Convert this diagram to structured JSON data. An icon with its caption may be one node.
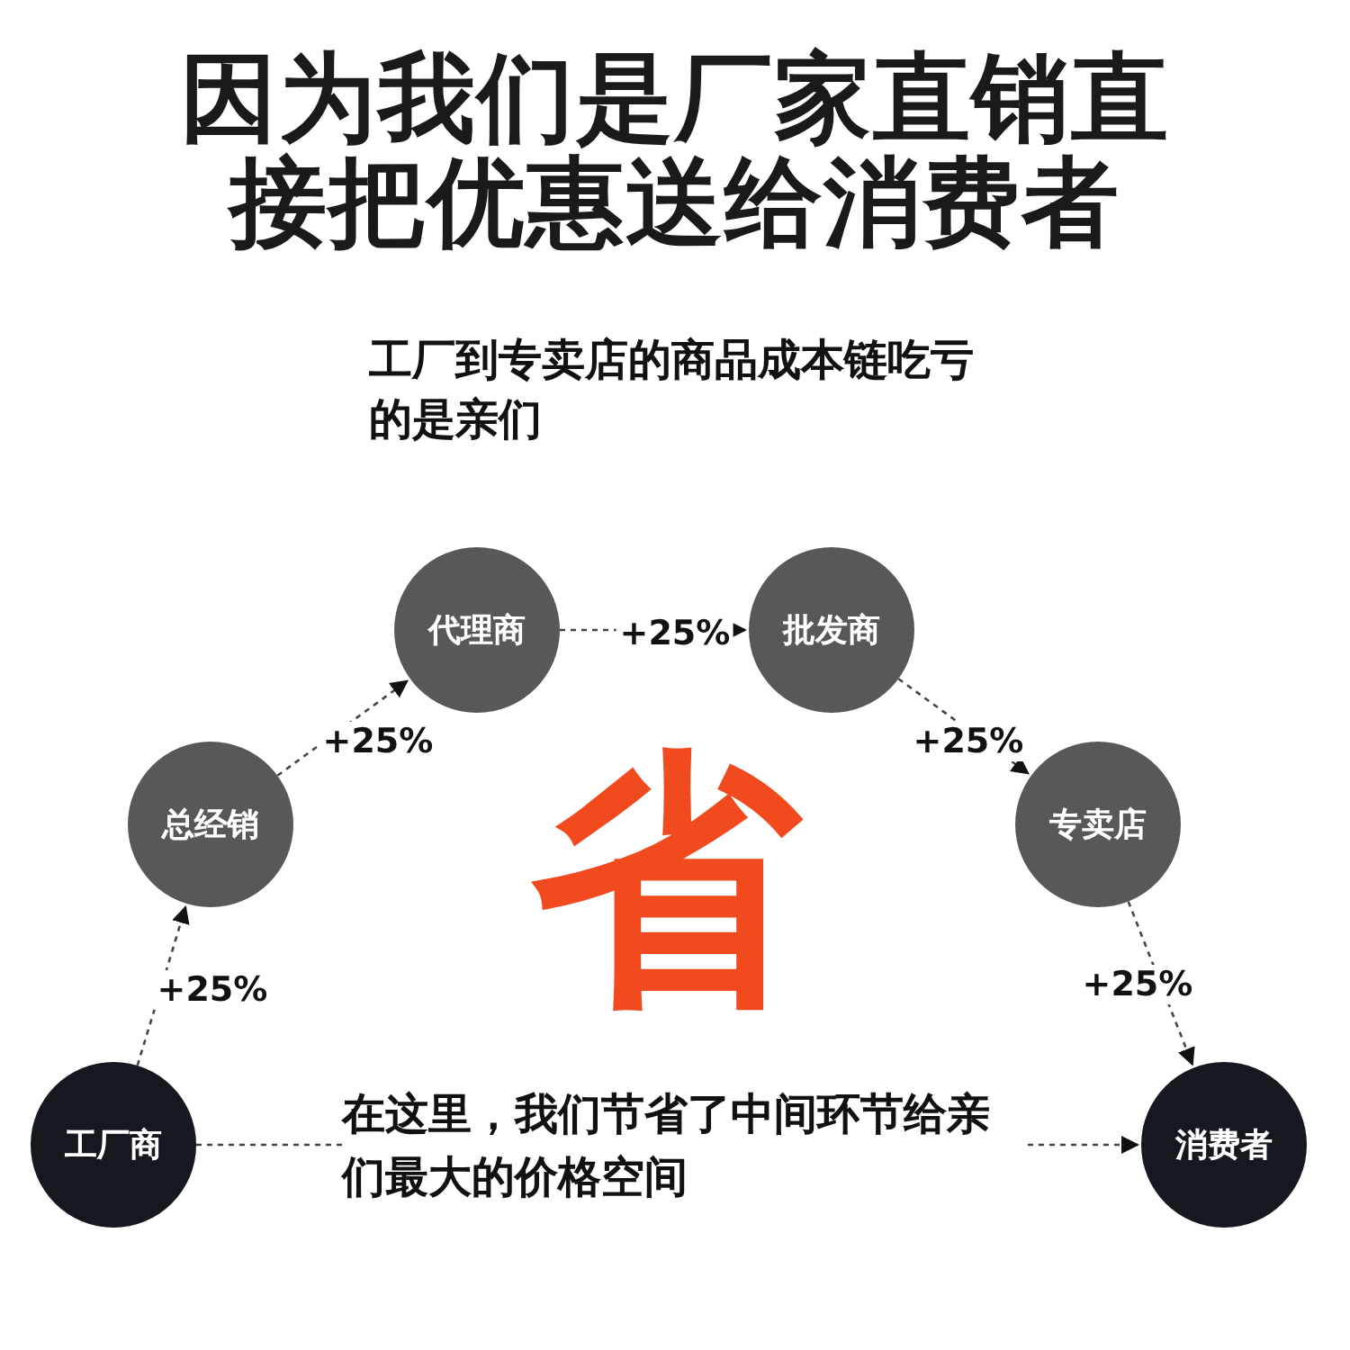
{
  "diagram": {
    "title": "因为我们是厂家直销直接把优惠送给消费者",
    "nodes": [
      {
        "text": [
          "工厂商"
        ]
      },
      {
        "text": [
          "总经销"
        ]
      },
      {
        "text": [
          "代理商"
        ]
      },
      {
        "text": [
          "批发商"
        ]
      },
      {
        "text": [
          "专卖店"
        ]
      },
      {
        "text": [
          "消费者"
        ]
      }
    ],
    "edges": [
      {
        "from": 0,
        "to": 1,
        "arrow": "to",
        "label": "+25%",
        "style": "dashed"
      },
      {
        "from": 1,
        "to": 2,
        "arrow": "to",
        "label": "+25%",
        "style": "dashed"
      },
      {
        "from": 2,
        "to": 3,
        "arrow": "to",
        "label": "+25%",
        "style": "dashed"
      },
      {
        "from": 3,
        "to": 4,
        "arrow": "to",
        "label": "+25%",
        "style": "dashed"
      },
      {
        "from": 4,
        "to": 5,
        "arrow": "to",
        "label": "+25%",
        "style": "dashed"
      },
      {
        "from": 0,
        "to": 5,
        "arrow": "to",
        "style": "dashed"
      }
    ],
    "labels": [
      "工厂到专卖店的商品成本链吃亏的是亲们",
      "省",
      "在这里，我们节省了中间环节给亲们最大的价格空间"
    ]
  }
}
